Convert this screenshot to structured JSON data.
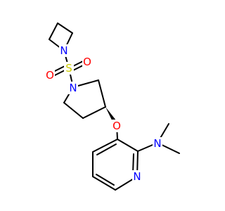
{
  "molecule": {
    "atoms": {
      "n_azetidine": {
        "text": "N",
        "color": "#0000ff"
      },
      "s_sulfonyl": {
        "text": "S",
        "color": "#cccc00"
      },
      "o_sulfonyl_right": {
        "text": "O",
        "color": "#ff0000"
      },
      "o_sulfonyl_left": {
        "text": "O",
        "color": "#ff0000"
      },
      "n_pyrrolidine": {
        "text": "N",
        "color": "#0000ff"
      },
      "o_ether": {
        "text": "O",
        "color": "#ff0000"
      },
      "n_dimethylamino": {
        "text": "N",
        "color": "#0000ff"
      },
      "n_pyridine": {
        "text": "N",
        "color": "#0000ff"
      }
    },
    "bond_color": "#000000"
  }
}
